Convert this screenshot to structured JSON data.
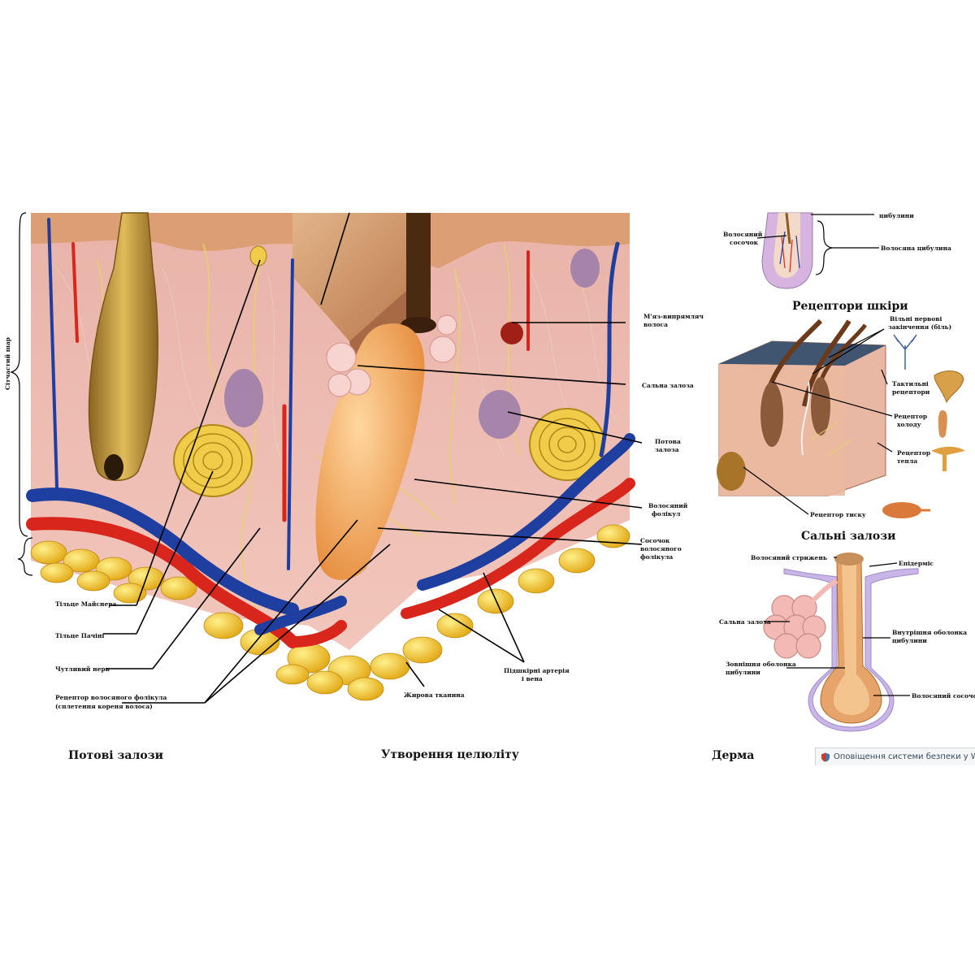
{
  "left_diagram": {
    "side_bracket_label": "Сітчастий шар",
    "labels": {
      "muscle": "М'яз-випрямляч волоса",
      "sebaceous": "Сальна залоза",
      "sweat": "Потова залоза",
      "follicle": "Волосяний фолікул",
      "papilla": "Сосочок волосяного фолікула",
      "meissner": "Тільце Майснера",
      "pacini": "Тільце Пачіні",
      "nerve": "Чутливий нерв",
      "follicle_receptor": "Рецептор волосяного фолікула (сплетення кореня волоса)",
      "fat": "Жирова тканина",
      "vessels": "Підшкірні артерія і вена"
    }
  },
  "top_right_diagram": {
    "labels": {
      "bulb_top": "цибулини",
      "papilla": "Волосяний сосочок",
      "bulb": "Волосяна цибулина"
    }
  },
  "receptors_diagram": {
    "title": "Рецептори шкіри",
    "labels": {
      "free_endings": "Вільні нервові закінчення (біль)",
      "tactile": "Тактильні рецептори",
      "cold": "Рецептор холоду",
      "warm": "Рецептор тепла",
      "pressure": "Рецептор тиску"
    }
  },
  "sebaceous_diagram": {
    "title": "Сальні залози",
    "labels": {
      "shaft": "Волосяний стрижень",
      "epidermis": "Епідерміс",
      "gland": "Сальна залоза",
      "inner_sheath": "Внутрішня оболонка цибулини",
      "outer_sheath": "Зовнішня оболонка цибулини",
      "papilla": "Волосяний сосочок"
    }
  },
  "bottom_headings": {
    "left": "Потові залози",
    "center": "Утворення целюліту",
    "right": "Дерма"
  },
  "notification": {
    "icon": "security-shield-icon",
    "text": "Оповіщення системи безпеки у Windows"
  },
  "colors": {
    "skin": "#f0b9b0",
    "hair": "#c9a04a",
    "artery": "#d9261c",
    "vein": "#1f3fa0",
    "fat": "#f3c82a",
    "nerve": "#e6d36a"
  }
}
